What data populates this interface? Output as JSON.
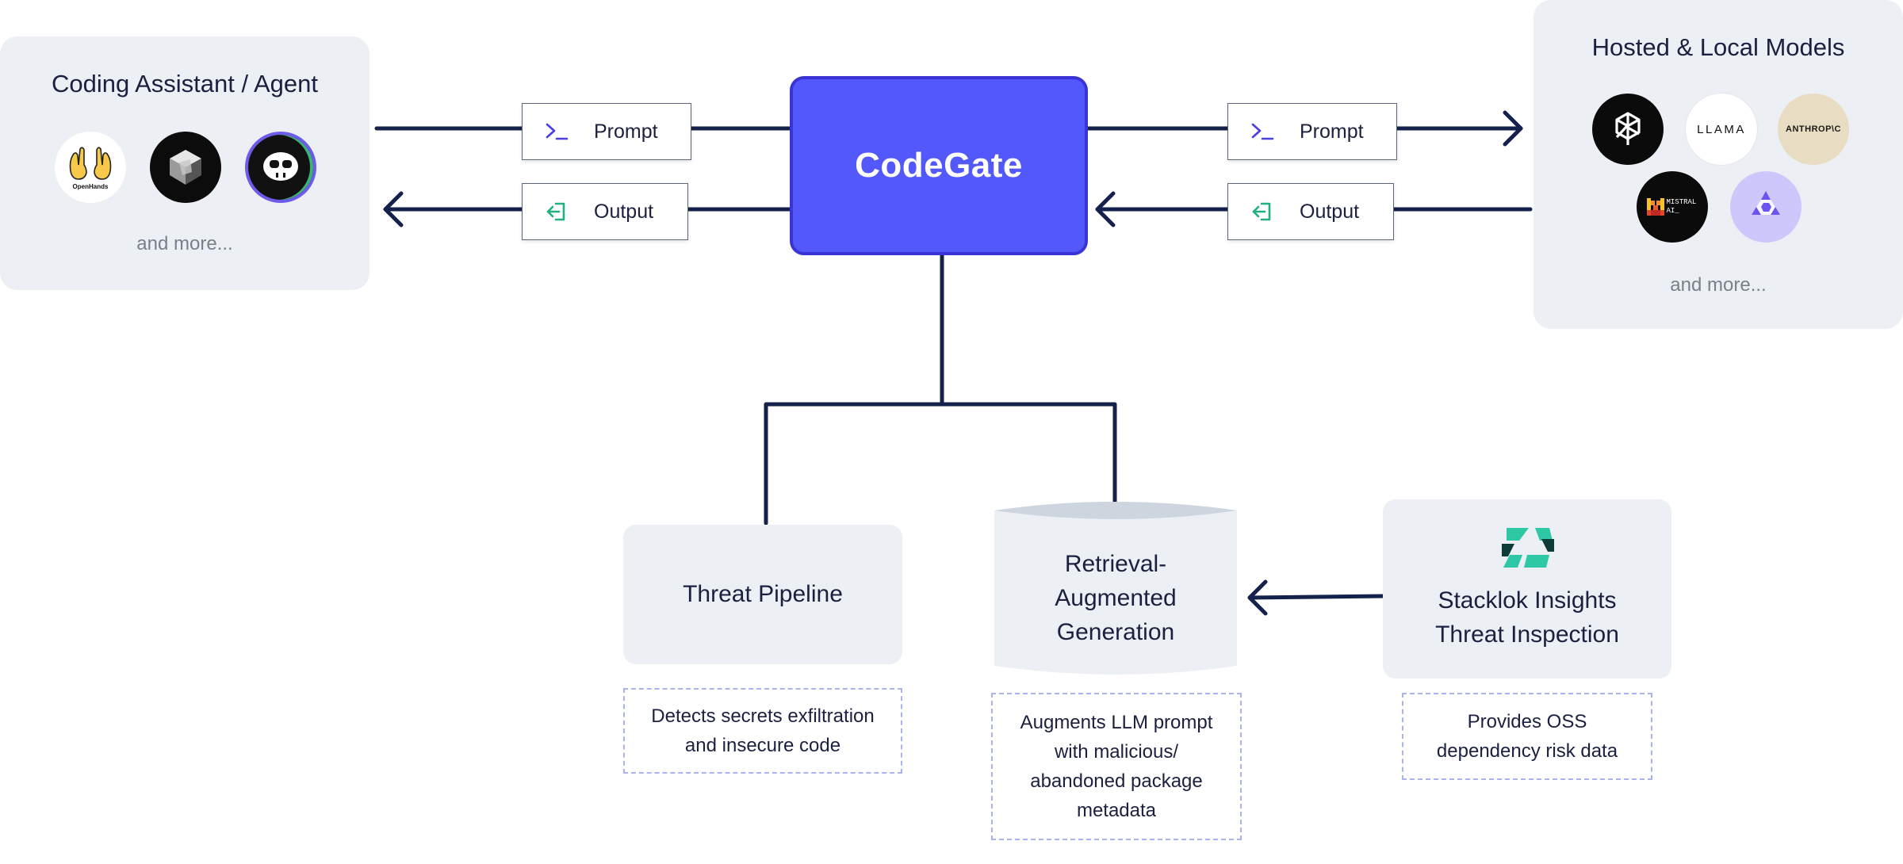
{
  "left_panel": {
    "title": "Coding Assistant / Agent",
    "logos": [
      {
        "icon": "openhands-logo-icon",
        "text": "OpenHands"
      },
      {
        "icon": "cube-logo-icon"
      },
      {
        "icon": "copilot-logo-icon"
      }
    ],
    "more": "and more..."
  },
  "right_panel": {
    "title": "Hosted & Local Models",
    "logos": [
      {
        "icon": "openai-logo-icon"
      },
      {
        "icon": "llama-logo-icon",
        "text": "LLAMA"
      },
      {
        "icon": "anthropic-logo-icon",
        "text": "ANTHROP\\C"
      },
      {
        "icon": "mistral-logo-icon",
        "text": "MISTRAL AI_"
      },
      {
        "icon": "qwen-logo-icon"
      }
    ],
    "more": "and more..."
  },
  "left_flow": {
    "prompt_label": "Prompt",
    "output_label": "Output"
  },
  "right_flow": {
    "prompt_label": "Prompt",
    "output_label": "Output"
  },
  "center": {
    "title": "CodeGate"
  },
  "threat_pipeline": {
    "title": "Threat Pipeline",
    "note": "Detects secrets exfiltration and insecure code"
  },
  "rag": {
    "title": "Retrieval-Augmented Generation",
    "note": "Augments LLM prompt with malicious/ abandoned package metadata"
  },
  "stacklok": {
    "title": "Stacklok Insights Threat Inspection",
    "note": "Provides OSS dependency risk data"
  },
  "colors": {
    "line": "#14214a",
    "codegate_fill": "#5258fa",
    "panel_bg": "#eceff3",
    "prompt_icon": "#4b3fe0",
    "output_icon": "#22b07d",
    "stacklok_teal": "#2ec8a6"
  }
}
